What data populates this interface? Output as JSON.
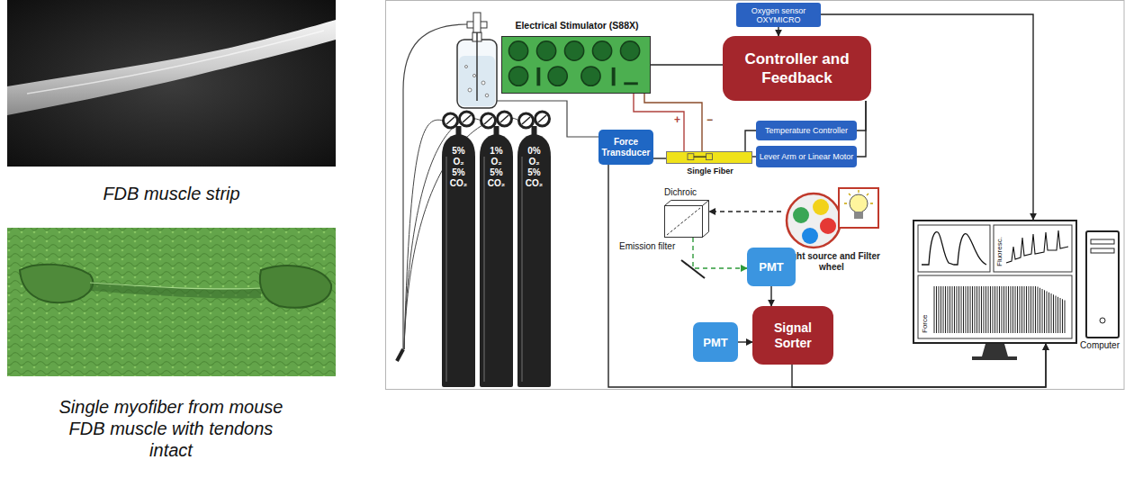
{
  "diagram": {
    "nodes": [
      {
        "text": [
          "Electrical Stimulator (S88X)"
        ]
      },
      {
        "text": [
          "Oxygen sensor OXYMICRO"
        ]
      },
      {
        "text": [
          "Controller and Feedback"
        ]
      },
      {
        "text": [
          "Force Transducer"
        ]
      },
      {
        "text": [
          "Single Fiber"
        ]
      },
      {
        "text": [
          "Temperature Controller"
        ]
      },
      {
        "text": [
          "Lever Arm or Linear Motor"
        ]
      },
      {
        "text": [
          "Dichroic"
        ]
      },
      {
        "text": [
          "Light source and Filter wheel"
        ]
      },
      {
        "text": [
          "PMT"
        ]
      },
      {
        "text": [
          "PMT"
        ]
      },
      {
        "text": [
          "Signal Sorter"
        ]
      },
      {
        "text": [
          "5% O₂ 5% CO₂"
        ]
      },
      {
        "text": [
          "1% O₂ 5% CO₂"
        ]
      },
      {
        "text": [
          "0% O₂ 5% CO₂"
        ]
      },
      {
        "text": [
          "Fluoresc.",
          "Force"
        ]
      },
      {
        "text": [
          "Computer"
        ]
      }
    ],
    "edges": [
      {
        "from": 1,
        "to": 2,
        "arrow": "to"
      },
      {
        "from": 1,
        "to": 15,
        "arrow": "to"
      },
      {
        "from": 2,
        "to": 0,
        "arrow": "none"
      },
      {
        "from": 2,
        "to": 5,
        "arrow": "none"
      },
      {
        "from": 2,
        "to": 6,
        "arrow": "none"
      },
      {
        "from": 0,
        "to": 4,
        "label": "+",
        "arrow": "none"
      },
      {
        "from": 0,
        "to": 4,
        "label": "−",
        "arrow": "none"
      },
      {
        "from": 3,
        "to": 4,
        "arrow": "none"
      },
      {
        "from": 5,
        "to": 4,
        "arrow": "none"
      },
      {
        "from": 6,
        "to": 4,
        "arrow": "none"
      },
      {
        "from": 8,
        "to": 7,
        "arrow": "to"
      },
      {
        "from": 7,
        "to": 9,
        "arrow": "to"
      },
      {
        "from": 9,
        "to": 11,
        "arrow": "to"
      },
      {
        "from": 10,
        "to": 11,
        "arrow": "to"
      },
      {
        "from": 3,
        "to": 15,
        "arrow": "to"
      },
      {
        "from": 11,
        "to": 15,
        "arrow": "to"
      }
    ],
    "labels": [
      "FDB muscle strip",
      "Single myofiber from mouse FDB muscle with tendons intact",
      "Emission filter"
    ]
  }
}
